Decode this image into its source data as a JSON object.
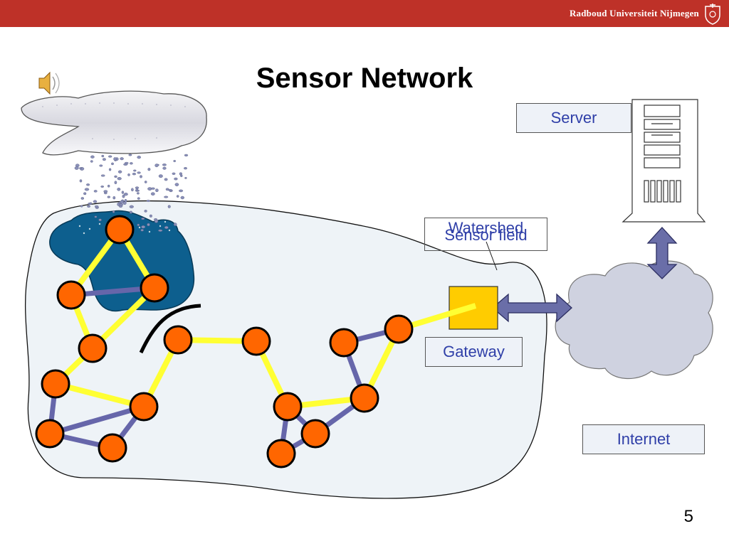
{
  "header": {
    "brand": "Radboud Universiteit Nijmegen"
  },
  "slide": {
    "title": "Sensor Network",
    "page_number": "5"
  },
  "labels": {
    "server": "Server",
    "watershed": "Watershed",
    "sensor_field": "Sensor field",
    "gateway": "Gateway",
    "internet": "Internet"
  },
  "icons": [
    "speaker-icon",
    "rain-cloud-icon",
    "server-icon",
    "internet-cloud-icon",
    "university-seal-icon"
  ],
  "colors": {
    "node_fill": "#ff6600",
    "primary_link": "#ffff33",
    "secondary_link": "#6666aa",
    "watershed": "#0d5f8e",
    "gateway": "#ffcc00",
    "header": "#be3128"
  }
}
